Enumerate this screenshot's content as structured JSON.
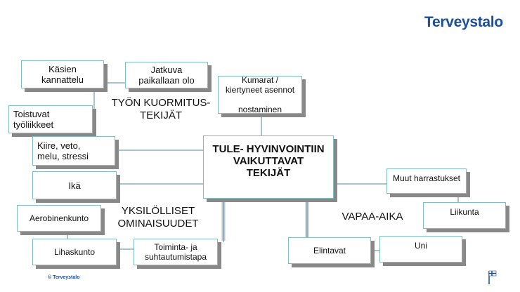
{
  "logo": "Terveystalo",
  "footer": "© Terveystalo",
  "center": "TULE- HYVINVOINTIIN\nVAIKUTTAVAT\nTEKIJÄT",
  "groups": {
    "work": "TYÖN KUORMITUS-\nTEKIJÄT",
    "individual": "YKSILÖLLISET\nOMINAISUUDET",
    "leisure": "VAPAA-AIKA"
  },
  "boxes": {
    "kasien": "Käsien\nkannattelu",
    "jatkuva": "Jatkuva\npaikallaan olo",
    "kumarat": "Kumarat /\nkiertyneet asennot\n\nnostaminen",
    "toistuvat": "Toistuvat\ntyöliikkeet",
    "kiire": "Kiire, veto,\nmelu, stressi",
    "ika": "Ikä",
    "aerobinen": "Aerobinenkunto",
    "lihaskunto": "Lihaskunto",
    "toiminta": "Toiminta- ja\nsuhtautumistapa",
    "muut": "Muut harrastukset",
    "liikunta": "Liikunta",
    "uni": "Uni",
    "elintavat": "Elintavat"
  },
  "colors": {
    "logo": "#1a4f9c",
    "box_border": "#7fbfbf",
    "shadow": "#888888",
    "connector": "#8aaeb8"
  }
}
